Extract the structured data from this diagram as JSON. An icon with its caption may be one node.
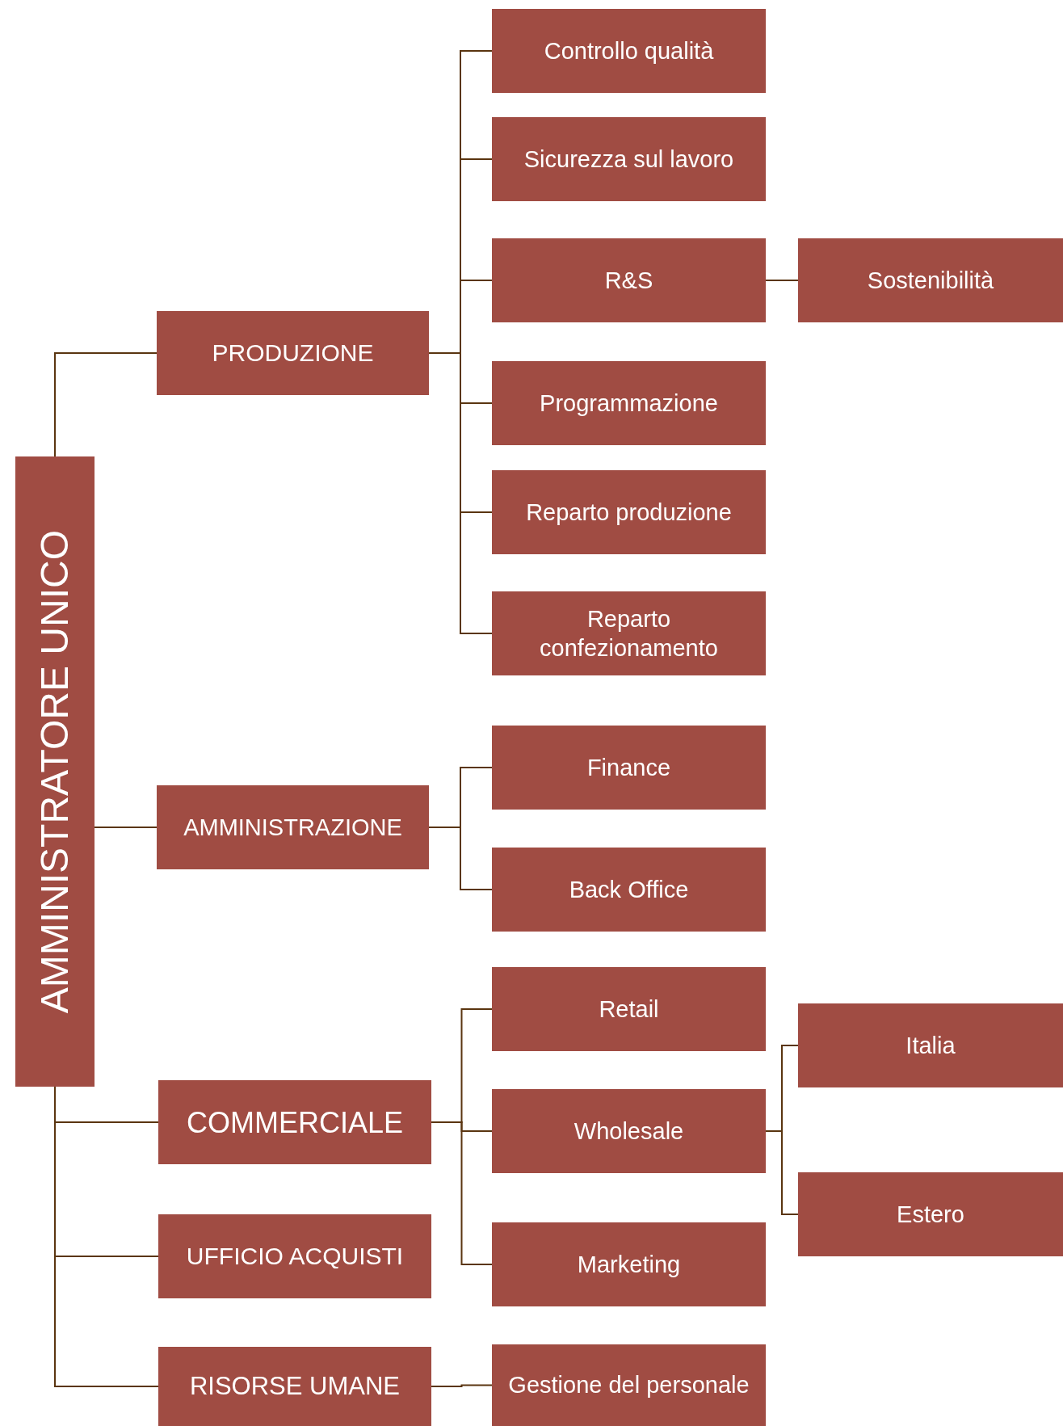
{
  "diagram": {
    "nodes": [
      {
        "text": [
          "AMMINISTRATORE UNICO"
        ]
      },
      {
        "text": [
          "PRODUZIONE"
        ]
      },
      {
        "text": [
          "Controllo qualità"
        ]
      },
      {
        "text": [
          "Sicurezza sul lavoro"
        ]
      },
      {
        "text": [
          "R&S"
        ]
      },
      {
        "text": [
          "Sostenibilità"
        ]
      },
      {
        "text": [
          "Programmazione"
        ]
      },
      {
        "text": [
          "Reparto produzione"
        ]
      },
      {
        "text": [
          "Reparto confezionamento"
        ]
      },
      {
        "text": [
          "AMMINISTRAZIONE"
        ]
      },
      {
        "text": [
          "Finance"
        ]
      },
      {
        "text": [
          "Back Office"
        ]
      },
      {
        "text": [
          "COMMERCIALE"
        ]
      },
      {
        "text": [
          "Retail"
        ]
      },
      {
        "text": [
          "Wholesale"
        ]
      },
      {
        "text": [
          "Italia"
        ]
      },
      {
        "text": [
          "Estero"
        ]
      },
      {
        "text": [
          "Marketing"
        ]
      },
      {
        "text": [
          "UFFICIO ACQUISTI"
        ]
      },
      {
        "text": [
          "RISORSE UMANE"
        ]
      },
      {
        "text": [
          "Gestione del personale"
        ]
      }
    ],
    "edges": [
      {
        "from": 0,
        "to": 1,
        "arrow": "none"
      },
      {
        "from": 0,
        "to": 9,
        "arrow": "none"
      },
      {
        "from": 0,
        "to": 12,
        "arrow": "none"
      },
      {
        "from": 0,
        "to": 18,
        "arrow": "none"
      },
      {
        "from": 0,
        "to": 19,
        "arrow": "none"
      },
      {
        "from": 1,
        "to": 2,
        "arrow": "none"
      },
      {
        "from": 1,
        "to": 3,
        "arrow": "none"
      },
      {
        "from": 1,
        "to": 4,
        "arrow": "none"
      },
      {
        "from": 1,
        "to": 6,
        "arrow": "none"
      },
      {
        "from": 1,
        "to": 7,
        "arrow": "none"
      },
      {
        "from": 1,
        "to": 8,
        "arrow": "none"
      },
      {
        "from": 4,
        "to": 5,
        "arrow": "none"
      },
      {
        "from": 9,
        "to": 10,
        "arrow": "none"
      },
      {
        "from": 9,
        "to": 11,
        "arrow": "none"
      },
      {
        "from": 12,
        "to": 13,
        "arrow": "none"
      },
      {
        "from": 12,
        "to": 14,
        "arrow": "none"
      },
      {
        "from": 12,
        "to": 17,
        "arrow": "none"
      },
      {
        "from": 14,
        "to": 15,
        "arrow": "none"
      },
      {
        "from": 14,
        "to": 16,
        "arrow": "none"
      },
      {
        "from": 19,
        "to": 20,
        "arrow": "none"
      }
    ]
  }
}
